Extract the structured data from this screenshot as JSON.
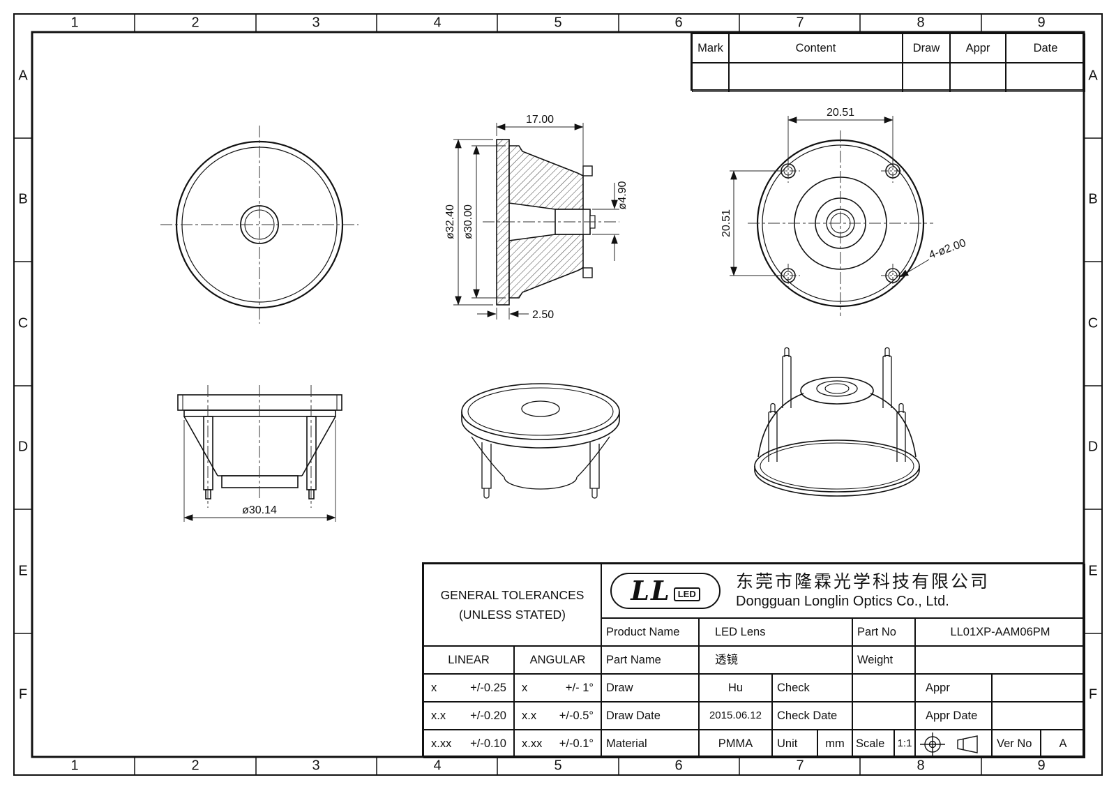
{
  "sheet": {
    "columns": [
      "1",
      "2",
      "3",
      "4",
      "5",
      "6",
      "7",
      "8",
      "9"
    ],
    "rows": [
      "A",
      "B",
      "C",
      "D",
      "E",
      "F"
    ]
  },
  "revision_table": {
    "mark": "Mark",
    "content": "Content",
    "draw": "Draw",
    "appr": "Appr",
    "date": "Date"
  },
  "dimensions": {
    "section_width": "17.00",
    "section_od": "ø32.40",
    "section_id": "ø30.00",
    "section_pin": "ø4.90",
    "section_flange": "2.50",
    "back_pitch_h": "20.51",
    "back_pitch_v": "20.51",
    "back_holes": "4-ø2.00",
    "side_od": "ø30.14"
  },
  "title_block": {
    "tol_title_1": "GENERAL TOLERANCES",
    "tol_title_2": "(UNLESS STATED)",
    "linear": "LINEAR",
    "angular": "ANGULAR",
    "tol_rows": [
      {
        "lin_sym": "x",
        "lin_val": "+/-0.25",
        "ang_sym": "x",
        "ang_val": "+/-  1°"
      },
      {
        "lin_sym": "x.x",
        "lin_val": "+/-0.20",
        "ang_sym": "x.x",
        "ang_val": "+/-0.5°"
      },
      {
        "lin_sym": "x.xx",
        "lin_val": "+/-0.10",
        "ang_sym": "x.xx",
        "ang_val": "+/-0.1°"
      }
    ],
    "logo_ll": "LL",
    "logo_led": "LED",
    "company_cn": "东莞市隆霖光学科技有限公司",
    "company_en": "Dongguan Longlin Optics Co., Ltd.",
    "product_name_label": "Product Name",
    "product_name": "LED Lens",
    "part_no_label": "Part No",
    "part_no": "LL01XP-AAM06PM",
    "part_name_label": "Part Name",
    "part_name": "透镜",
    "weight_label": "Weight",
    "weight": "",
    "draw_label": "Draw",
    "draw_by": "Hu",
    "check_label": "Check",
    "check_by": "",
    "appr_label": "Appr",
    "appr_by": "",
    "draw_date_label": "Draw Date",
    "draw_date": "2015.06.12",
    "check_date_label": "Check Date",
    "check_date": "",
    "appr_date_label": "Appr Date",
    "appr_date": "",
    "material_label": "Material",
    "material": "PMMA",
    "unit_label": "Unit",
    "unit": "mm",
    "scale_label": "Scale",
    "scale": "1:1",
    "ver_no_label": "Ver No",
    "ver_no": "A"
  }
}
